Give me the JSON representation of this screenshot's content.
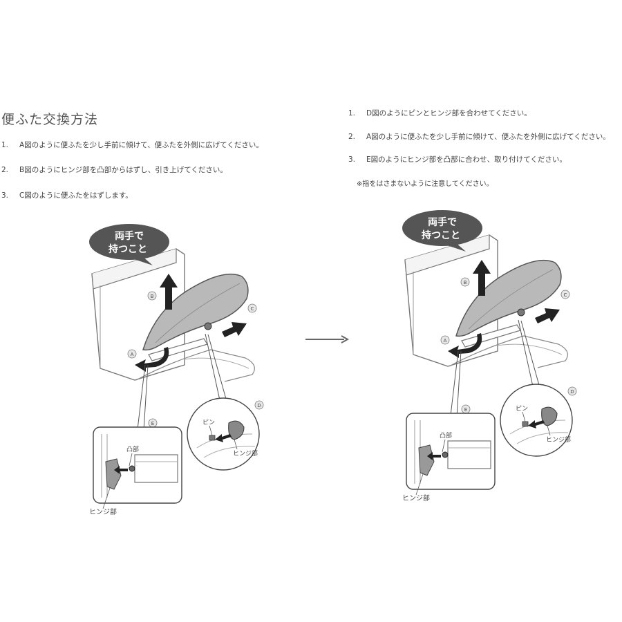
{
  "left": {
    "title": "便ふた交換方法",
    "steps": [
      {
        "num": "1.",
        "text": "A図のように便ふたを少し手前に傾けて、便ふたを外側に広げてください。"
      },
      {
        "num": "2.",
        "text": "B図のようにヒンジ部を凸部からはずし、引き上げてください。"
      },
      {
        "num": "3.",
        "text": "C図のように便ふたをはずします。"
      }
    ]
  },
  "right": {
    "steps": [
      {
        "num": "1.",
        "text": "D図のようにピンとヒンジ部を合わせてください。"
      },
      {
        "num": "2.",
        "text": "A図のように便ふたを少し手前に傾けて、便ふたを外側に広げてください。"
      },
      {
        "num": "3.",
        "text": "E図のようにヒンジ部を凸部に合わせ、取り付けてください。"
      }
    ],
    "note": "※指をはさまないように注意してください。"
  },
  "illustration": {
    "bubble_line1": "両手で",
    "bubble_line2": "持つこと",
    "label_a": "A",
    "label_b": "B",
    "label_c": "C",
    "label_d": "D",
    "label_e": "E",
    "protrusion": "凸部",
    "hinge": "ヒンジ部",
    "pin": "ピン"
  }
}
